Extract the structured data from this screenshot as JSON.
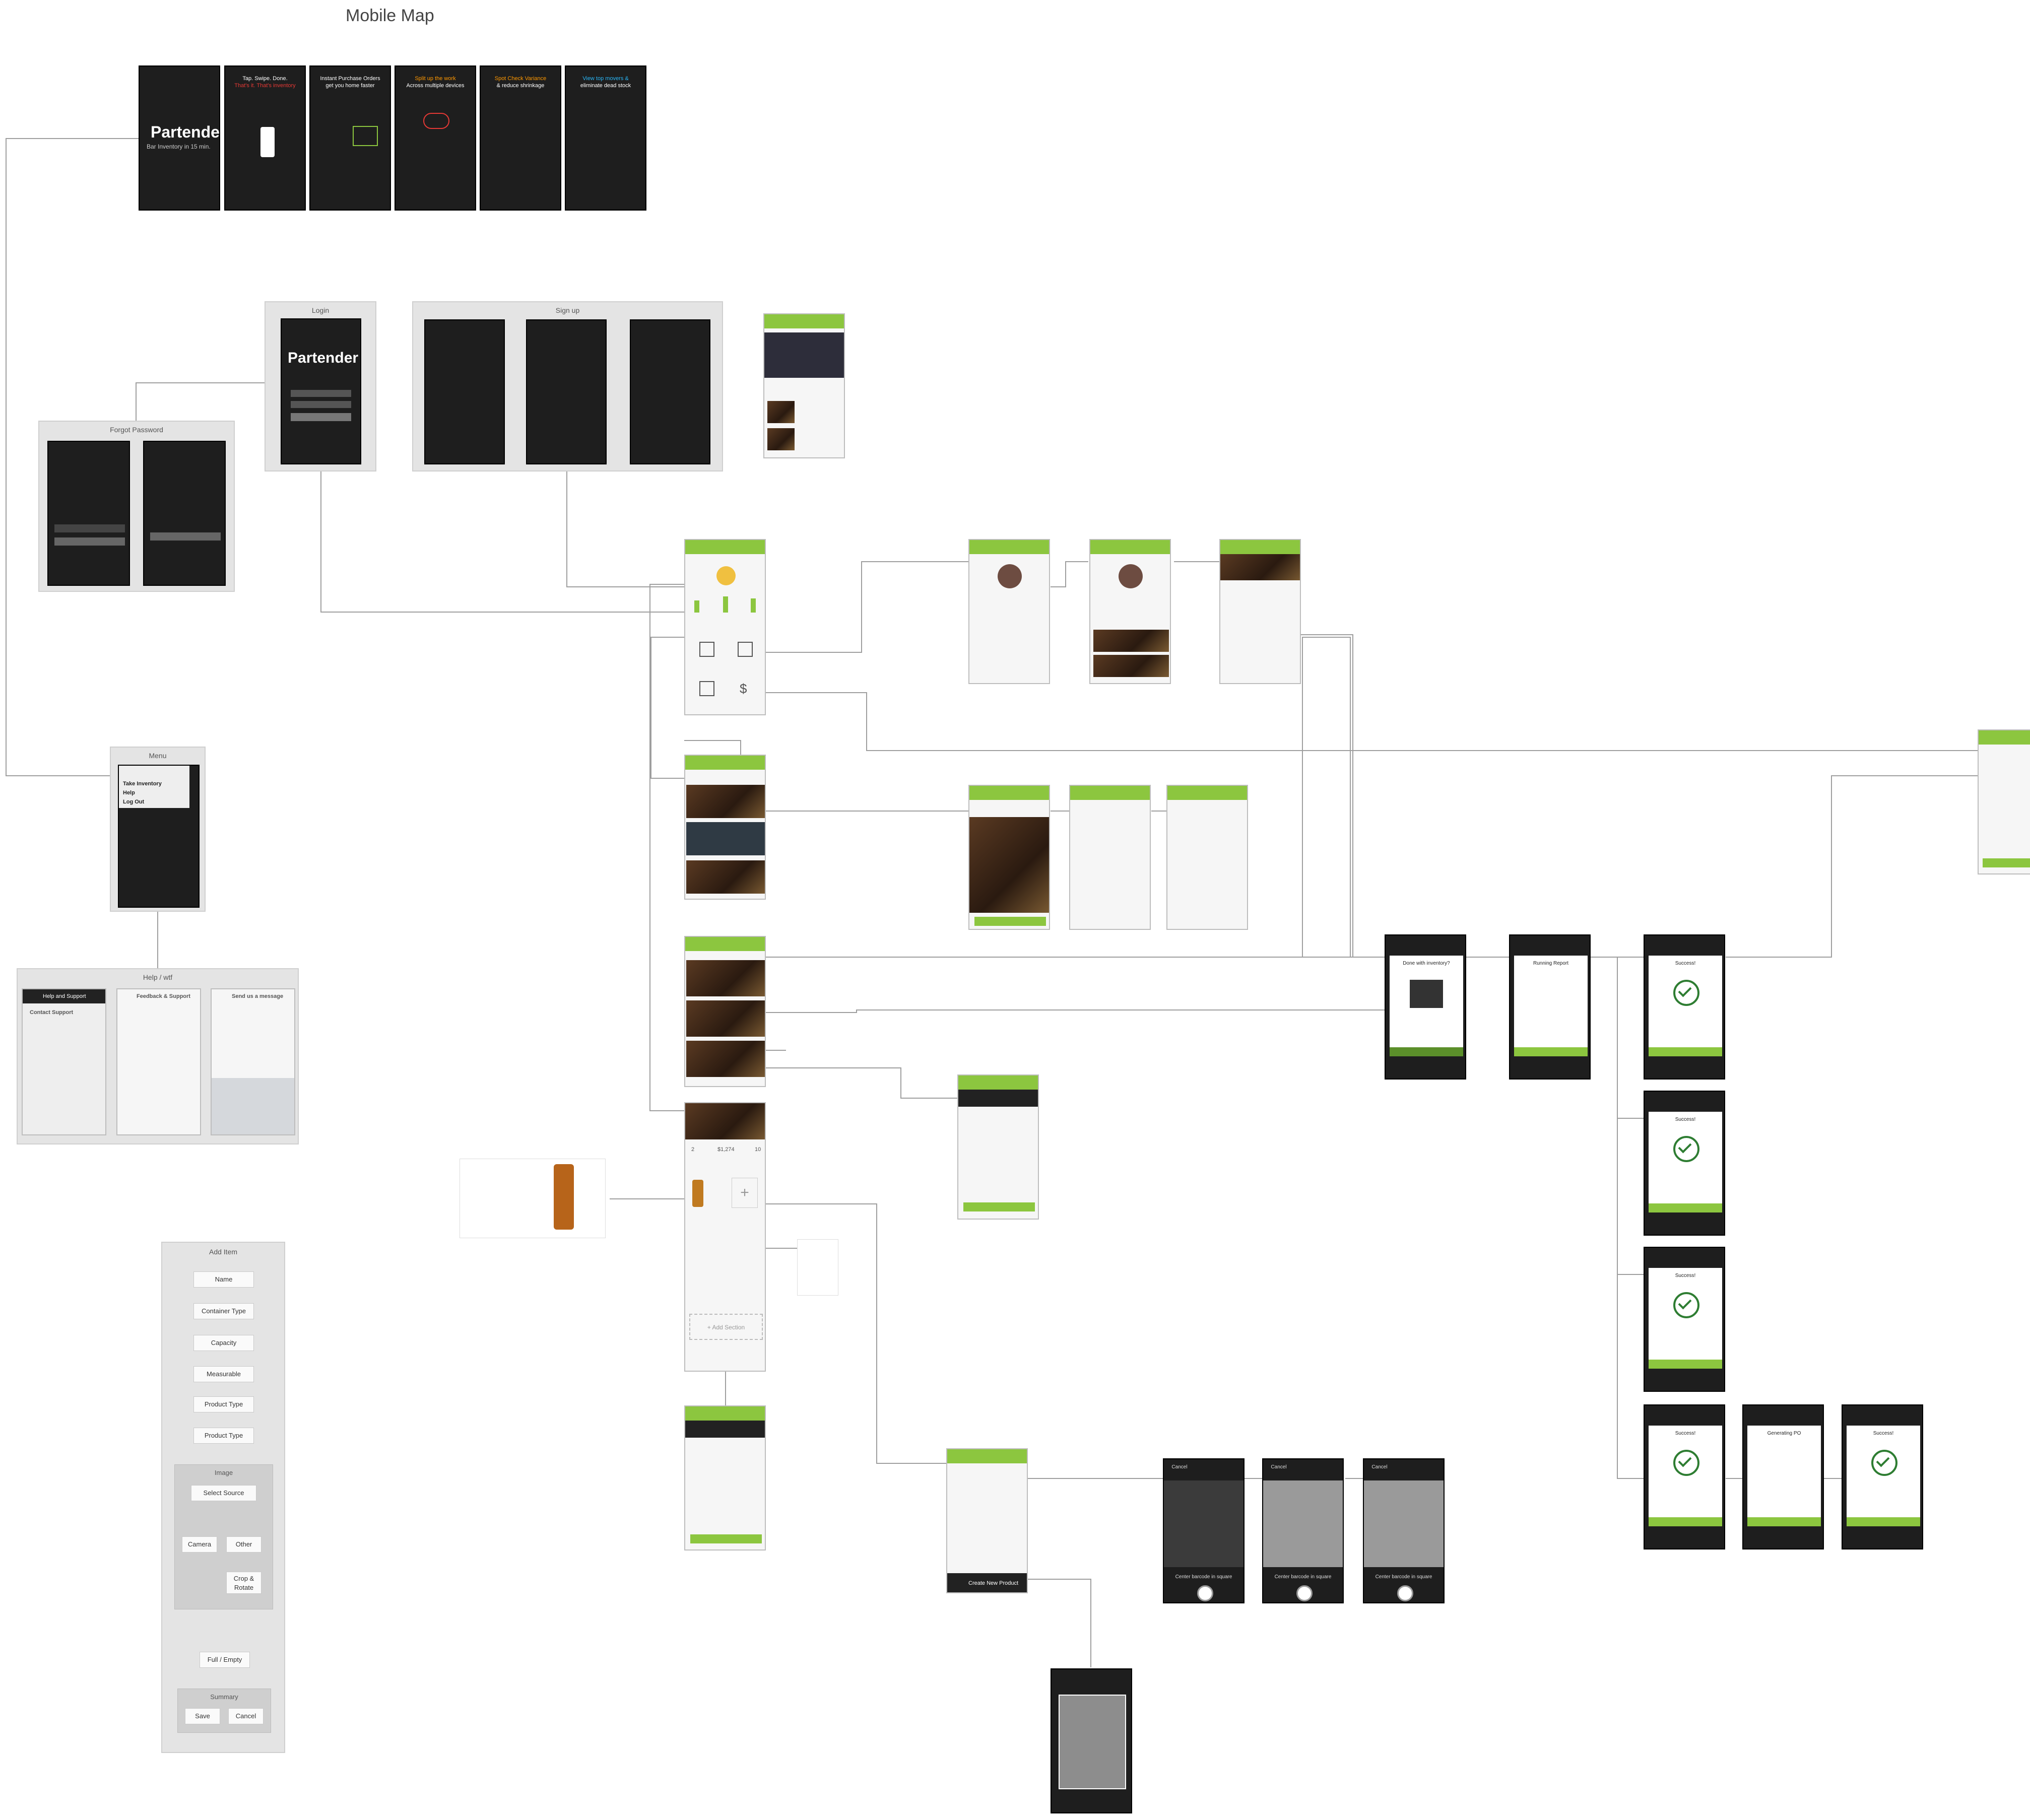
{
  "title": "Mobile Map",
  "colors": {
    "accent": "#8cc63f",
    "dark_screen": "#1e1e1e",
    "group_bg": "#e4e4e4",
    "connector": "#9e9e9e"
  },
  "splash_screens": [
    {
      "line1": "",
      "line2": "Bar Inventory in 15 min."
    },
    {
      "line1": "Tap. Swipe. Done.",
      "line2": "That's it. That's inventory"
    },
    {
      "line1": "Instant Purchase Orders",
      "line2": "get you home faster"
    },
    {
      "line1": "Split up the work",
      "line2": "Across multiple devices"
    },
    {
      "line1": "Spot Check Variance",
      "line2": "& reduce shrinkage"
    },
    {
      "line1": "View top movers &",
      "line2": "eliminate dead stock"
    }
  ],
  "logo_text": "Partender",
  "groups": {
    "login": "Login",
    "signup": "Sign up",
    "forgot": "Forgot Password",
    "menu": "Menu",
    "help": "Help / wtf",
    "add_item": "Add Item"
  },
  "menu_items": [
    "Take Inventory",
    "Help",
    "Log Out"
  ],
  "help_texts": {
    "support_title": "Help and Support",
    "contact": "Contact Support",
    "feedback": "Feedback & Support",
    "send_message": "Send us a message"
  },
  "add_item_flow": {
    "steps": [
      "Name",
      "Container Type",
      "Capacity",
      "Measurable",
      "Product Type",
      "Product Type"
    ],
    "image_label": "Image",
    "select_source": "Select Source",
    "camera": "Camera",
    "other": "Other",
    "crop": "Crop & Rotate",
    "full_empty": "Full / Empty",
    "summary_label": "Summary",
    "save": "Save",
    "cancel": "Cancel"
  },
  "results": {
    "done": "Done with inventory?",
    "running": "Running Report",
    "success": "Success!",
    "generating": "Generating PO"
  },
  "scanner": {
    "cancel": "Cancel",
    "hint": "Center barcode in square"
  },
  "add_section": "+ Add Section",
  "create_product": "Create New Product",
  "dashboard_values": {
    "items": "2",
    "value": "$1,274",
    "count": "10"
  }
}
